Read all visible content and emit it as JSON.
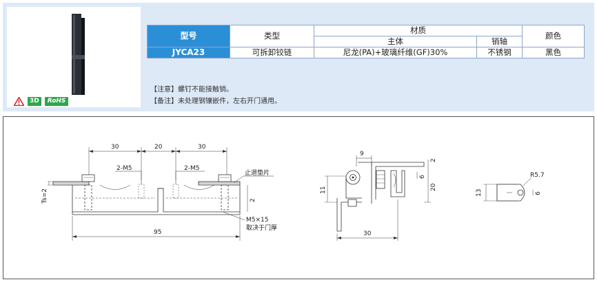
{
  "table": {
    "headers": {
      "model": "型号",
      "type": "类型",
      "material": "材质",
      "main_body": "主体",
      "pin": "销轴",
      "color": "颜色"
    },
    "row": {
      "model": "JYCA23",
      "type": "可拆卸铰链",
      "main_body": "尼龙(PA)+玻璃纤维(GF)30%",
      "pin": "不锈钢",
      "color": "黑色"
    }
  },
  "badges": {
    "three_d": "3D",
    "rohs": "RoHS"
  },
  "notes": {
    "caution": "【注意】螺钉不能接触销。",
    "remark": "【备注】未处理钢镶嵌件，左右开门通用。"
  },
  "drawing": {
    "dim_30_left": "30",
    "dim_20_mid": "20",
    "dim_30_right": "30",
    "thread_left": "2-M5",
    "thread_right": "2-M5",
    "washer_label": "止退垫片",
    "ts_label": "Ts=2",
    "dim_2": "2",
    "screw_label": "M5×15",
    "screw_note": "取决于门厚",
    "dim_95": "95",
    "dim_9": "9",
    "dim_2_side": "2",
    "dim_11": "11",
    "dim_6_side": "6",
    "dim_20_side": "20",
    "dim_30_side": "30",
    "dim_13": "13",
    "radius_label": "R5.7",
    "dim_6_end": "6"
  }
}
